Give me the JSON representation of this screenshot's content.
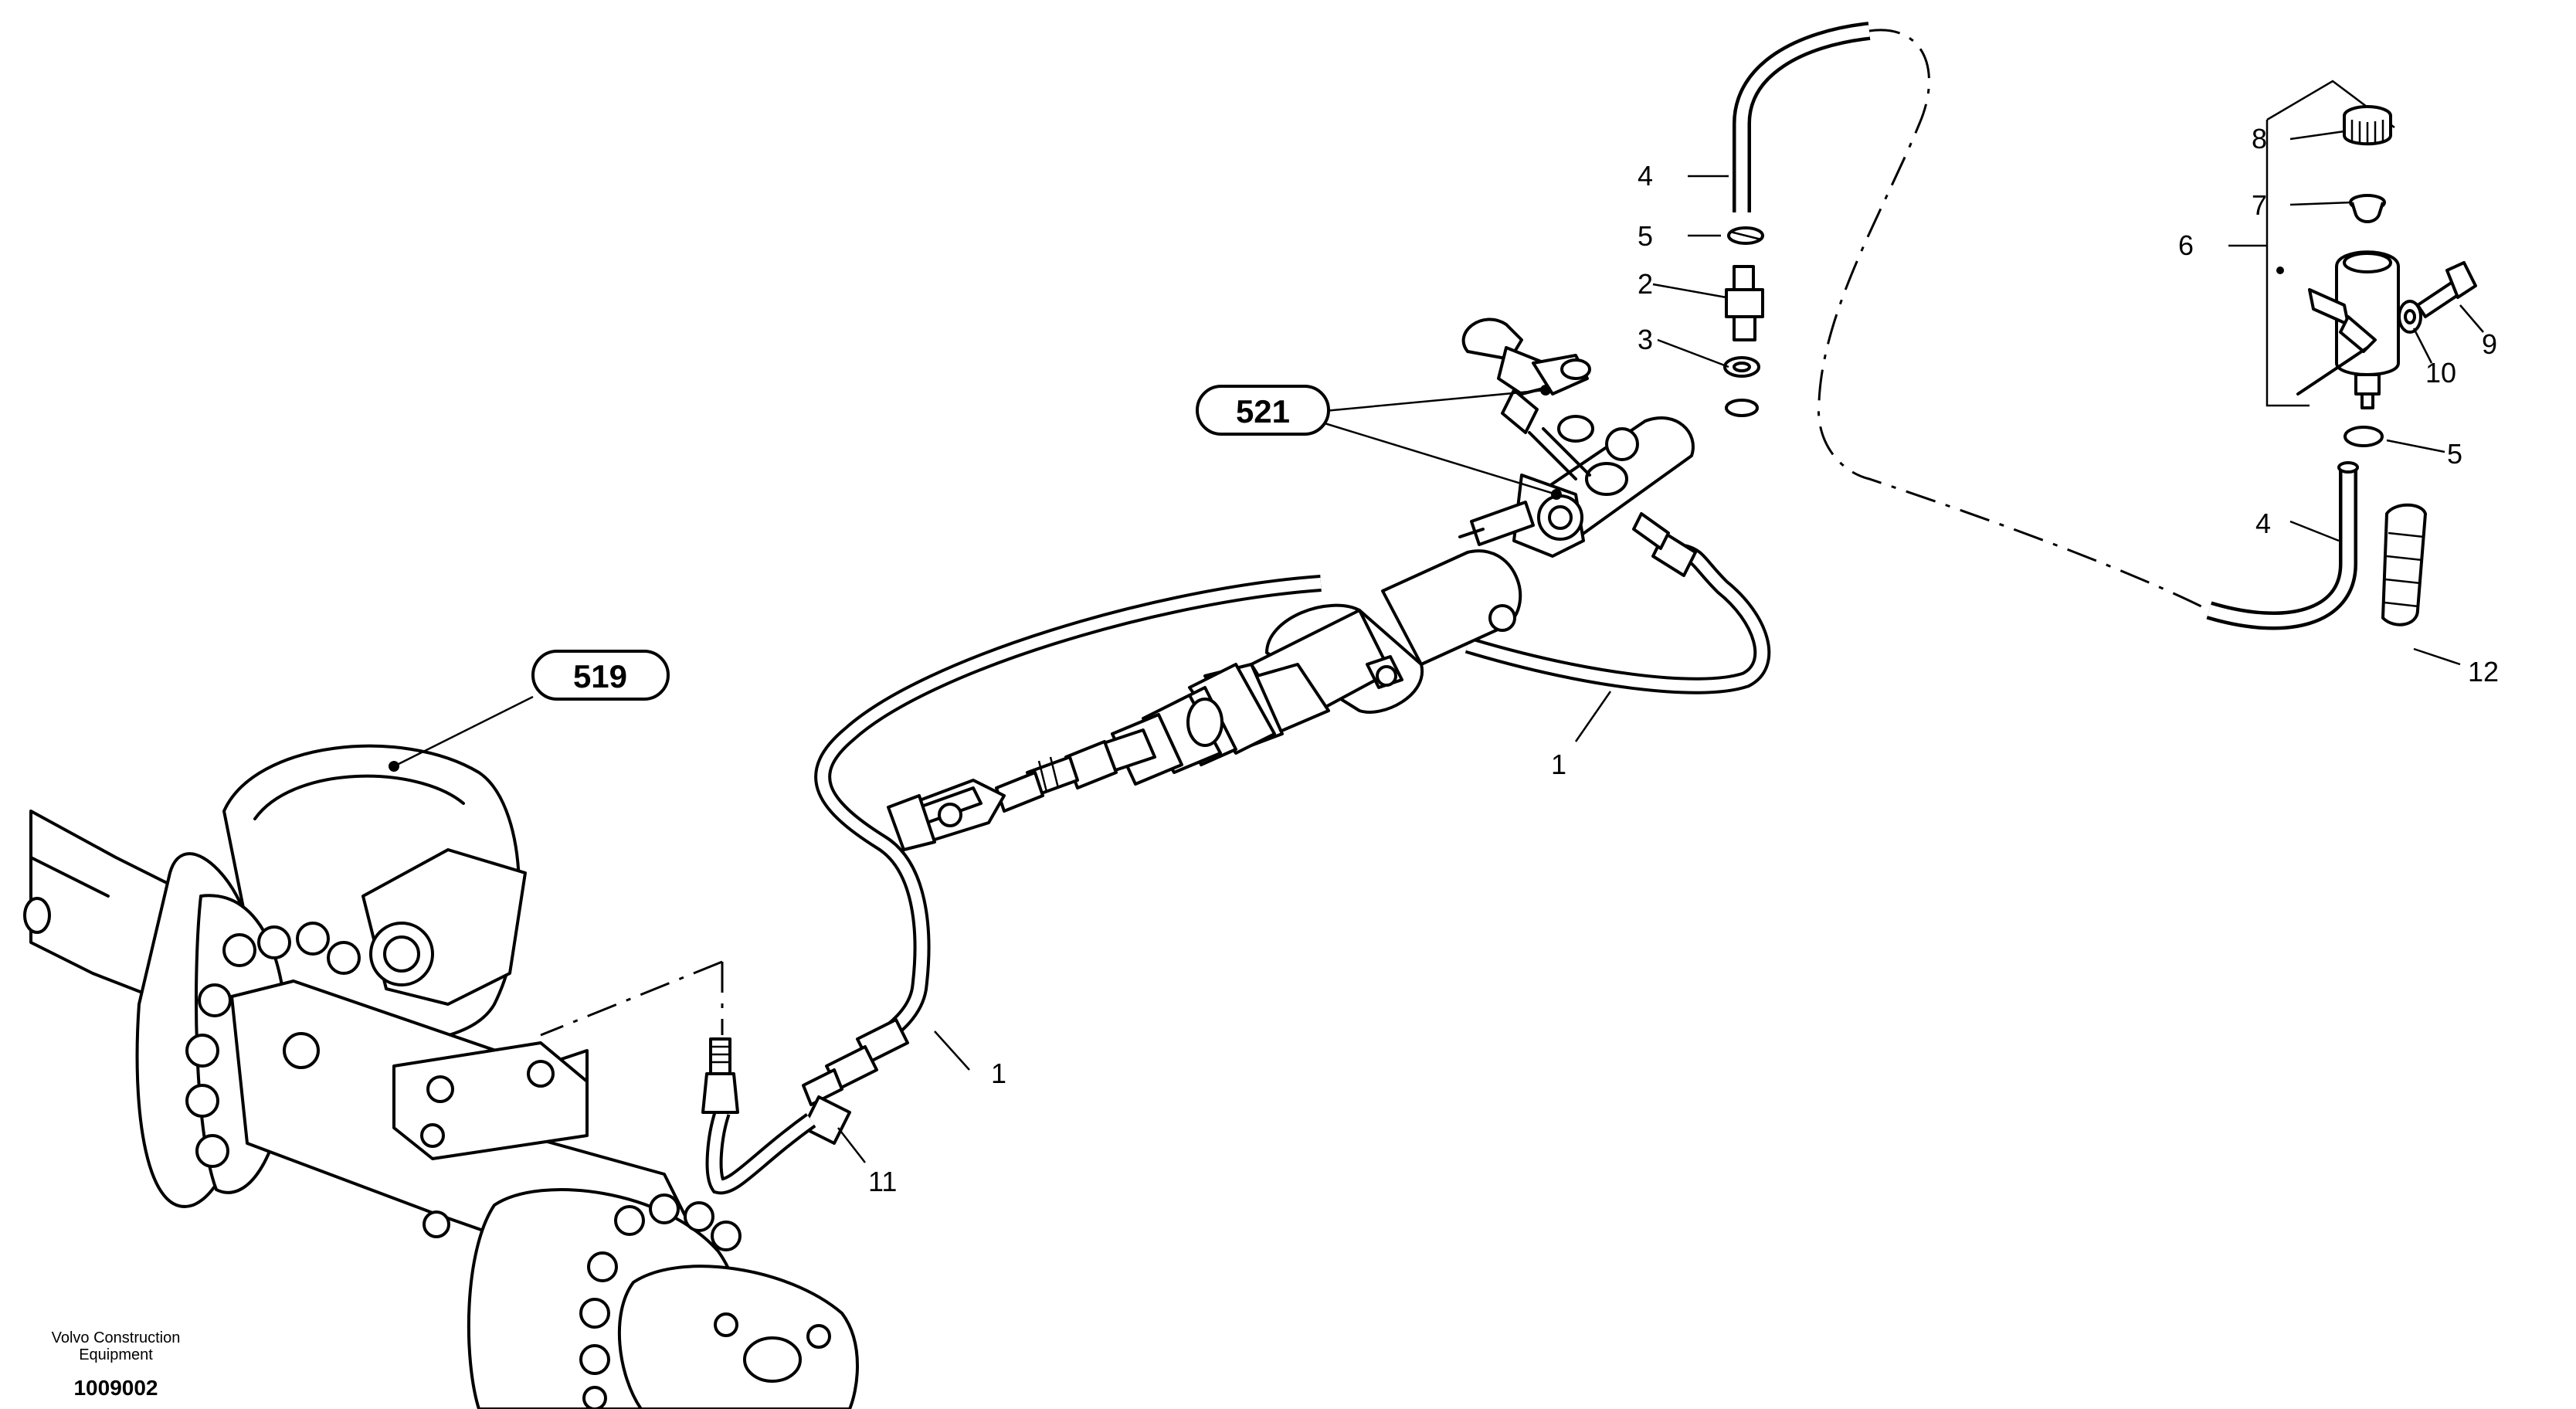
{
  "callouts": {
    "c1a": "1",
    "c1b": "1",
    "c2": "2",
    "c3": "3",
    "c4a": "4",
    "c4b": "4",
    "c5a": "5",
    "c5b": "5",
    "c6": "6",
    "c7": "7",
    "c8": "8",
    "c9": "9",
    "c10": "10",
    "c11": "11",
    "c12": "12"
  },
  "references": {
    "r519": "519",
    "r521": "521"
  },
  "footer": {
    "brand_line1": "Volvo Construction",
    "brand_line2": "Equipment",
    "drawing_number": "1009002"
  }
}
